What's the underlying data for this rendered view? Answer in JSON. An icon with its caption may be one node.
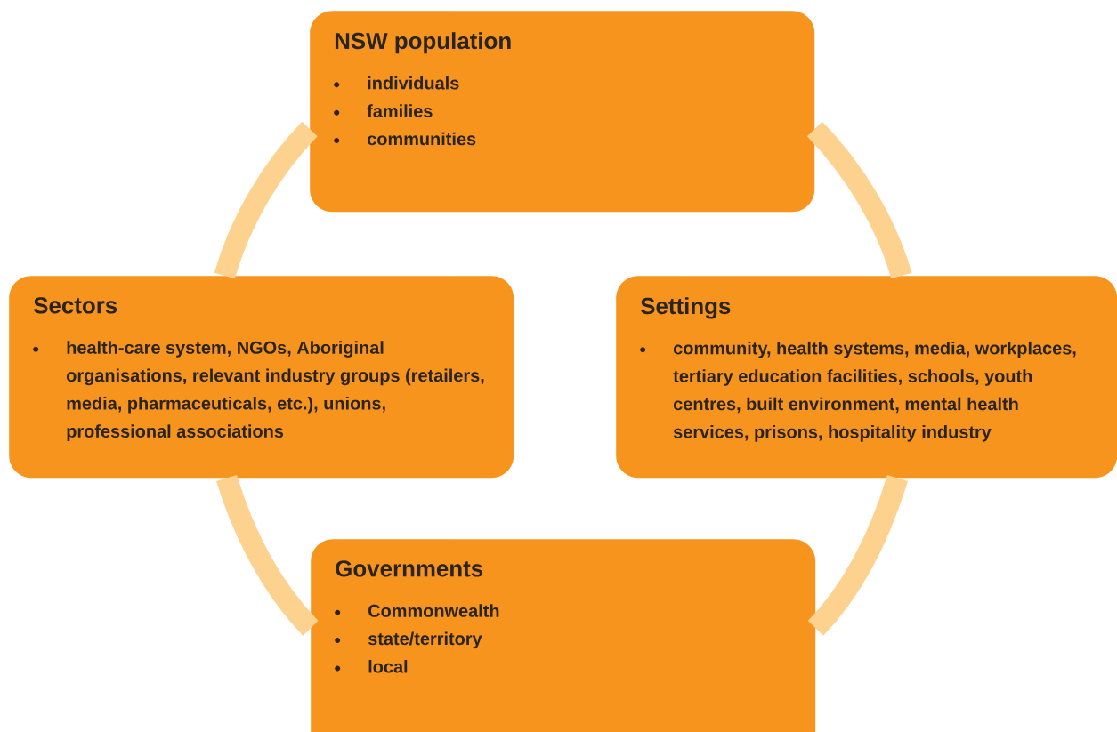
{
  "diagram": {
    "nodes": [
      {
        "text": [
          "NSW population",
          "individuals",
          "families",
          "communities"
        ]
      },
      {
        "text": [
          "Sectors",
          "health-care system, NGOs, Aboriginal organisations, relevant industry groups (retailers, media, pharmaceuticals, etc.), unions, professional associations"
        ]
      },
      {
        "text": [
          "Settings",
          "community, health systems, media, workplaces, tertiary education facilities, schools, youth centres, built environment, mental health services, prisons, hospitality industry"
        ]
      },
      {
        "text": [
          "Governments",
          "Commonwealth",
          "state/territory",
          "local"
        ]
      }
    ],
    "edges": [
      {
        "from": 0,
        "to": 1,
        "arrow": "none"
      },
      {
        "from": 0,
        "to": 2,
        "arrow": "none"
      },
      {
        "from": 1,
        "to": 3,
        "arrow": "none"
      },
      {
        "from": 2,
        "to": 3,
        "arrow": "none"
      }
    ]
  }
}
